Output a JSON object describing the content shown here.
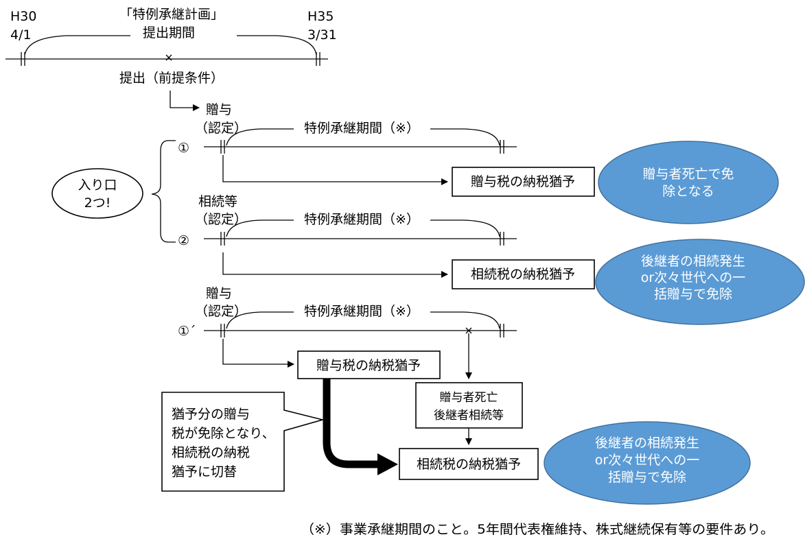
{
  "submission": {
    "start_year": "H30",
    "start_date": "4/1",
    "end_year": "H35",
    "end_date": "3/31",
    "title_line1": "「特例承継計画」",
    "title_line2": "提出期間",
    "submit_label": "提出（前提条件）"
  },
  "entry": {
    "line1": "入り口",
    "line2": "2つ!"
  },
  "route1": {
    "marker": "①",
    "event_line1": "贈与",
    "event_line2": "（認定）",
    "period_label": "特例承継期間（※）",
    "deferral_box": "贈与税の納税猶予",
    "result_line1": "贈与者死亡で免",
    "result_line2": "除となる"
  },
  "route2": {
    "marker": "②",
    "event_line1": "相続等",
    "event_line2": "（認定）",
    "period_label": "特例承継期間（※）",
    "deferral_box": "相続税の納税猶予",
    "result_line1": "後継者の相続発生",
    "result_line2": "or次々世代への一",
    "result_line3": "括贈与で免除"
  },
  "route1b": {
    "marker": "①´",
    "event_line1": "贈与",
    "event_line2": "（認定）",
    "period_label": "特例承継期間（※）",
    "deferral_box": "贈与税の納税猶予",
    "death_line1": "贈与者死亡",
    "death_line2": "後継者相続等",
    "switch_box": "相続税の納税猶予",
    "callout_line1": "猶予分の贈与",
    "callout_line2": "税が免除となり、",
    "callout_line3": "相続税の納税",
    "callout_line4": "猶予に切替",
    "result_line1": "後継者の相続発生",
    "result_line2": "or次々世代への一",
    "result_line3": "括贈与で免除"
  },
  "footnote": "（※）事業承継期間のこと。5年間代表権維持、株式継続保有等の要件あり。"
}
